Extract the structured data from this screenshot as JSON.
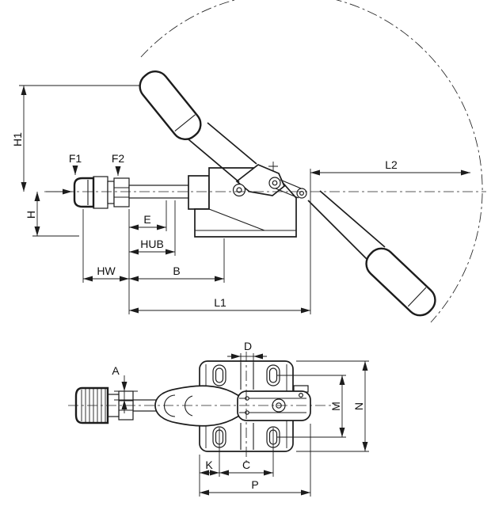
{
  "drawing": {
    "colors": {
      "line": "#1c1c1c",
      "background": "#ffffff"
    },
    "labels": {
      "h1": "H1",
      "h": "H",
      "f1": "F1",
      "f2": "F2",
      "e": "E",
      "hub": "HUB",
      "hw": "HW",
      "b": "B",
      "l1": "L1",
      "l2": "L2",
      "d": "D",
      "a": "A",
      "m": "M",
      "n": "N",
      "k": "K",
      "c": "C",
      "p": "P"
    }
  }
}
